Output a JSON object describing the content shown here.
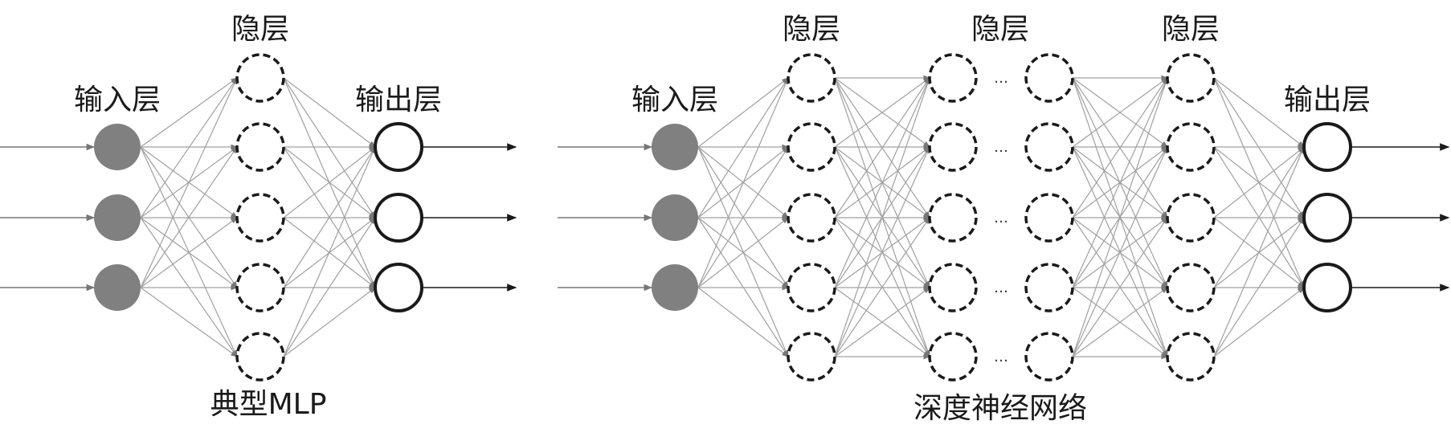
{
  "left": {
    "caption": "典型MLP",
    "input_label": "输入层",
    "hidden_label": "隐层",
    "output_label": "输出层",
    "layer_sizes": [
      3,
      5,
      3
    ]
  },
  "right": {
    "caption": "深度神经网络",
    "input_label": "输入层",
    "hidden_labels": [
      "隐层",
      "隐层",
      "隐层"
    ],
    "output_label": "输出层",
    "ellipsis": "…",
    "layer_sizes": [
      3,
      5,
      5,
      5,
      5,
      3
    ]
  },
  "colors": {
    "input_fill": "#808080",
    "node_stroke": "#1a1a1a",
    "edge": "#a0a0a0",
    "arrow": "#1a1a1a"
  }
}
